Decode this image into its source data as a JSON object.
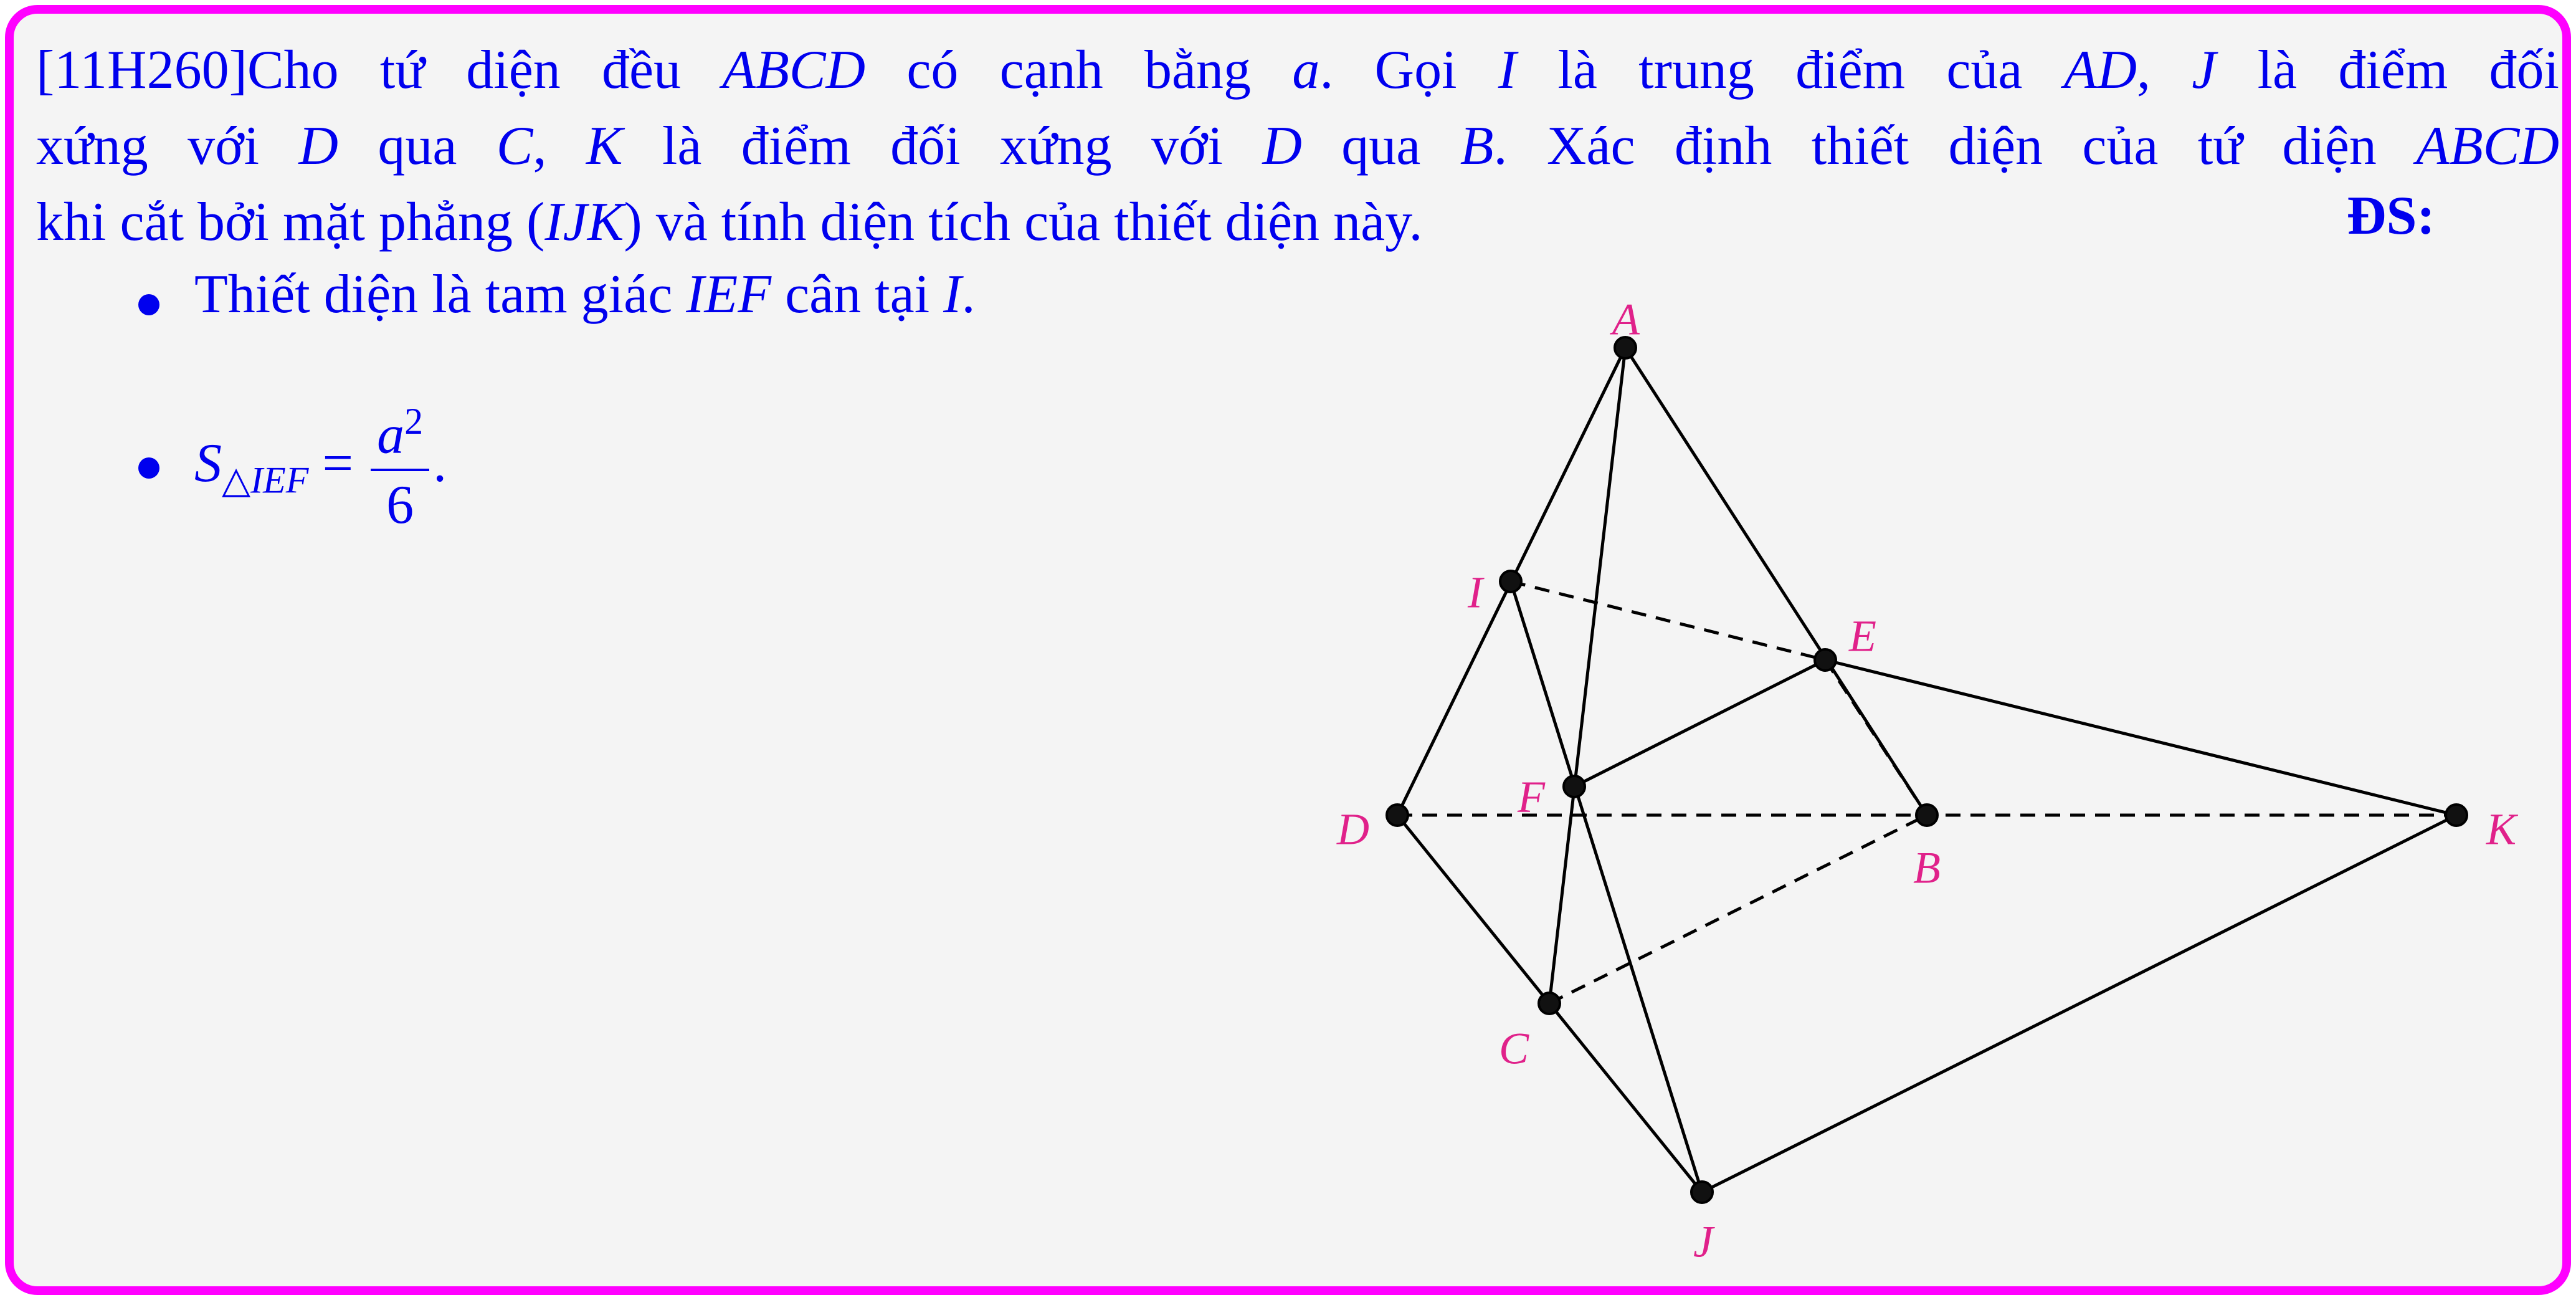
{
  "problem": {
    "code": "[11H260]",
    "line1": [
      "Cho tứ diện đều ",
      "ABCD",
      " có cạnh bằng ",
      "a",
      ". Gọi ",
      "I",
      " là trung điểm của ",
      "AD",
      ", ",
      "J",
      " là điểm đối"
    ],
    "line2": [
      "xứng với ",
      "D",
      " qua ",
      "C",
      ", ",
      "K",
      " là điểm đối xứng với ",
      "D",
      " qua ",
      "B",
      ". Xác định thiết diện của tứ diện ",
      "ABCD"
    ],
    "line3": [
      "khi cắt bởi mặt phẳng (",
      "IJK",
      ") và tính diện tích của thiết diện này."
    ],
    "ds_label": "ĐS:"
  },
  "answers": {
    "a1": [
      "Thiết diện là tam giác ",
      "IEF",
      " cân tại ",
      "I",
      "."
    ],
    "a2": {
      "S": "S",
      "sub": "△IEF",
      "eq": " = ",
      "num": "a",
      "exp": "2",
      "den": "6",
      "end": "."
    }
  },
  "figure": {
    "points": [
      {
        "name": "A",
        "label": "A"
      },
      {
        "name": "I",
        "label": "I"
      },
      {
        "name": "E",
        "label": "E"
      },
      {
        "name": "F",
        "label": "F"
      },
      {
        "name": "D",
        "label": "D"
      },
      {
        "name": "B",
        "label": "B"
      },
      {
        "name": "K",
        "label": "K"
      },
      {
        "name": "C",
        "label": "C"
      },
      {
        "name": "J",
        "label": "J"
      }
    ]
  },
  "colors": {
    "border": "#ff00ff",
    "text": "#0000ee",
    "labels": "#e0218a",
    "background": "#f4f4f4"
  }
}
